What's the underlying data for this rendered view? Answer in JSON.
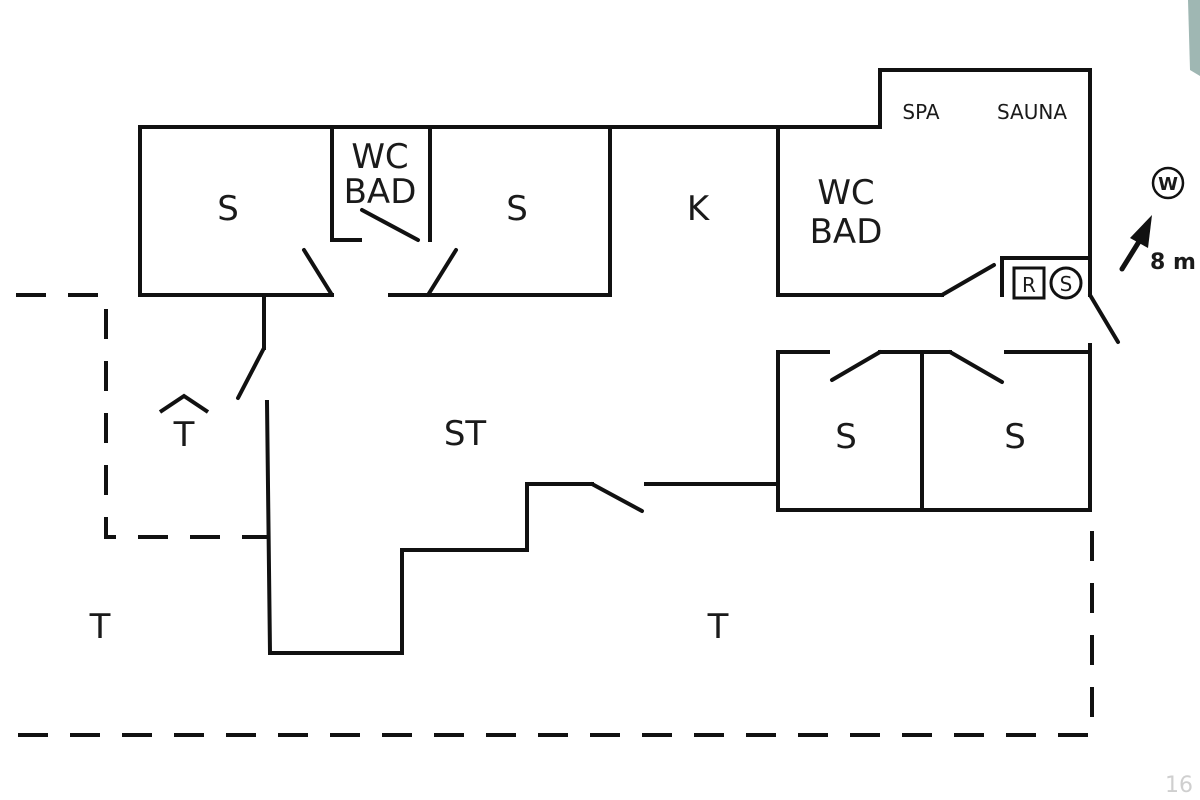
{
  "floorplan": {
    "rooms": {
      "bedroom_left": "S",
      "wc_bath_small_line1": "WC",
      "wc_bath_small_line2": "BAD",
      "bedroom_mid": "S",
      "kitchen": "K",
      "wc_bath_large_line1": "WC",
      "wc_bath_large_line2": "BAD",
      "spa": "SPA",
      "sauna": "SAUNA",
      "living_room": "ST",
      "bedroom_right_1": "S",
      "bedroom_right_2": "S",
      "covered_terrace": "T",
      "terrace_left": "T",
      "terrace_main": "T"
    },
    "fixtures": {
      "r_symbol": "R",
      "s_symbol": "S"
    },
    "sea_direction": {
      "symbol": "W",
      "distance": "8 m"
    }
  },
  "page_number": "16",
  "colors": {
    "lines": "#111111",
    "corner_badge": "#9fb7b3",
    "page_number": "#cfcfcf"
  }
}
